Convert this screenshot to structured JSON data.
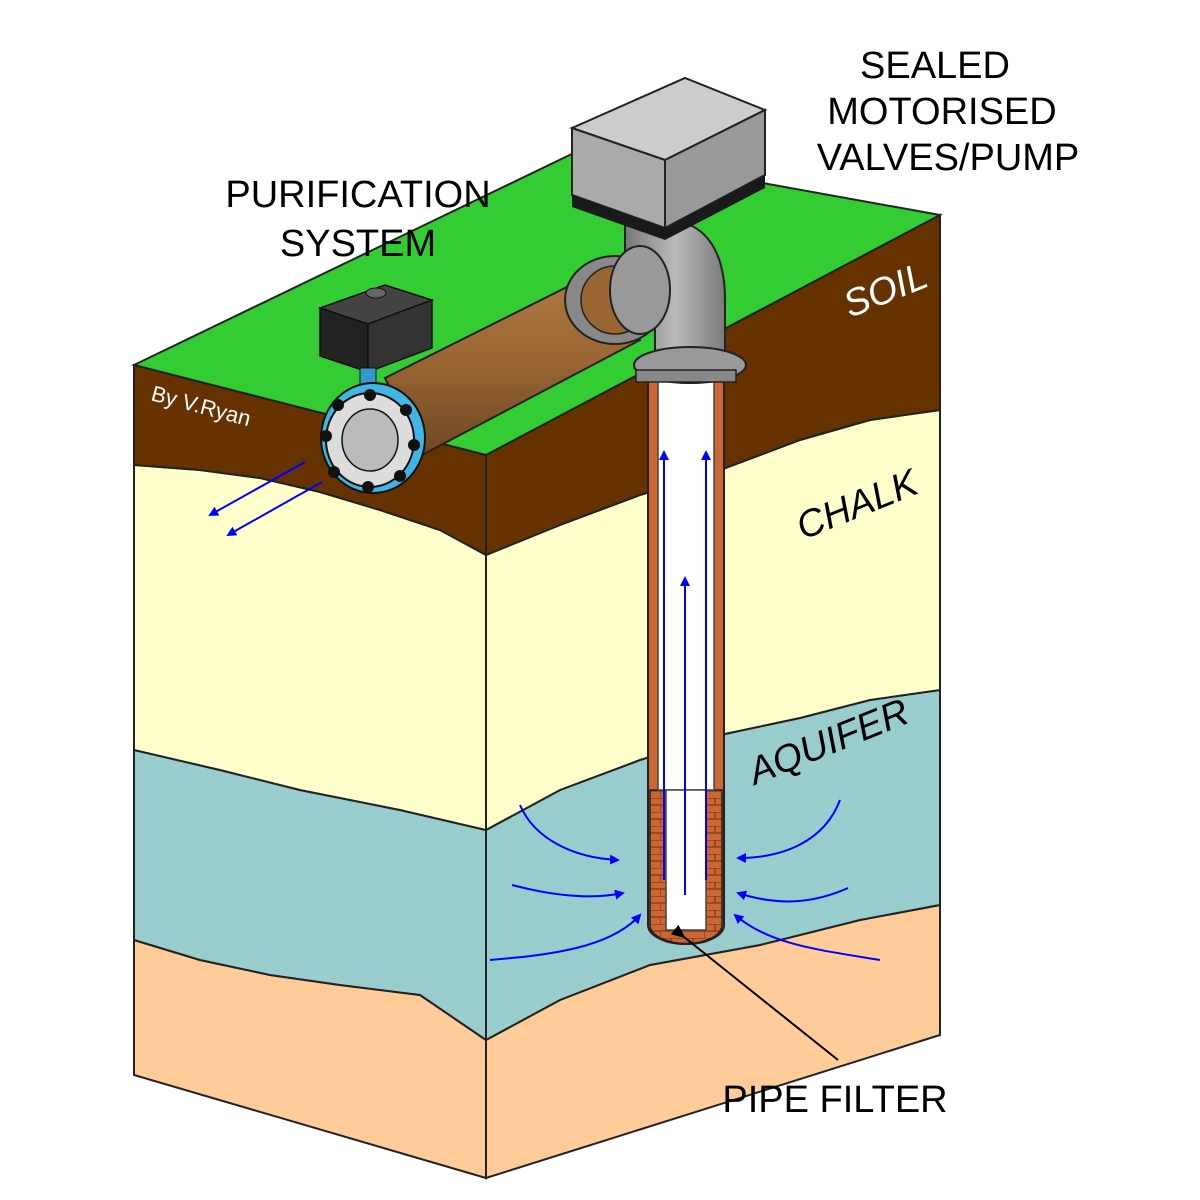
{
  "labels": {
    "purification_line1": "PURIFICATION",
    "purification_line2": "SYSTEM",
    "sealed_line1": "SEALED",
    "sealed_line2": "MOTORISED",
    "sealed_line3": "VALVES/PUMP",
    "soil": "SOIL",
    "chalk": "CHALK",
    "aquifer": "AQUIFER",
    "pipe_filter": "PIPE FILTER",
    "credit": "By V.Ryan"
  },
  "colors": {
    "grass": "#33cc33",
    "soil": "#663300",
    "chalk": "#ffffcc",
    "aquifer": "#99cccc",
    "bedrock": "#ffcc99",
    "pipe": "#996633",
    "metal": "#999999",
    "flow_arrow": "#0000ff",
    "filter_brick": "#cc6633"
  }
}
